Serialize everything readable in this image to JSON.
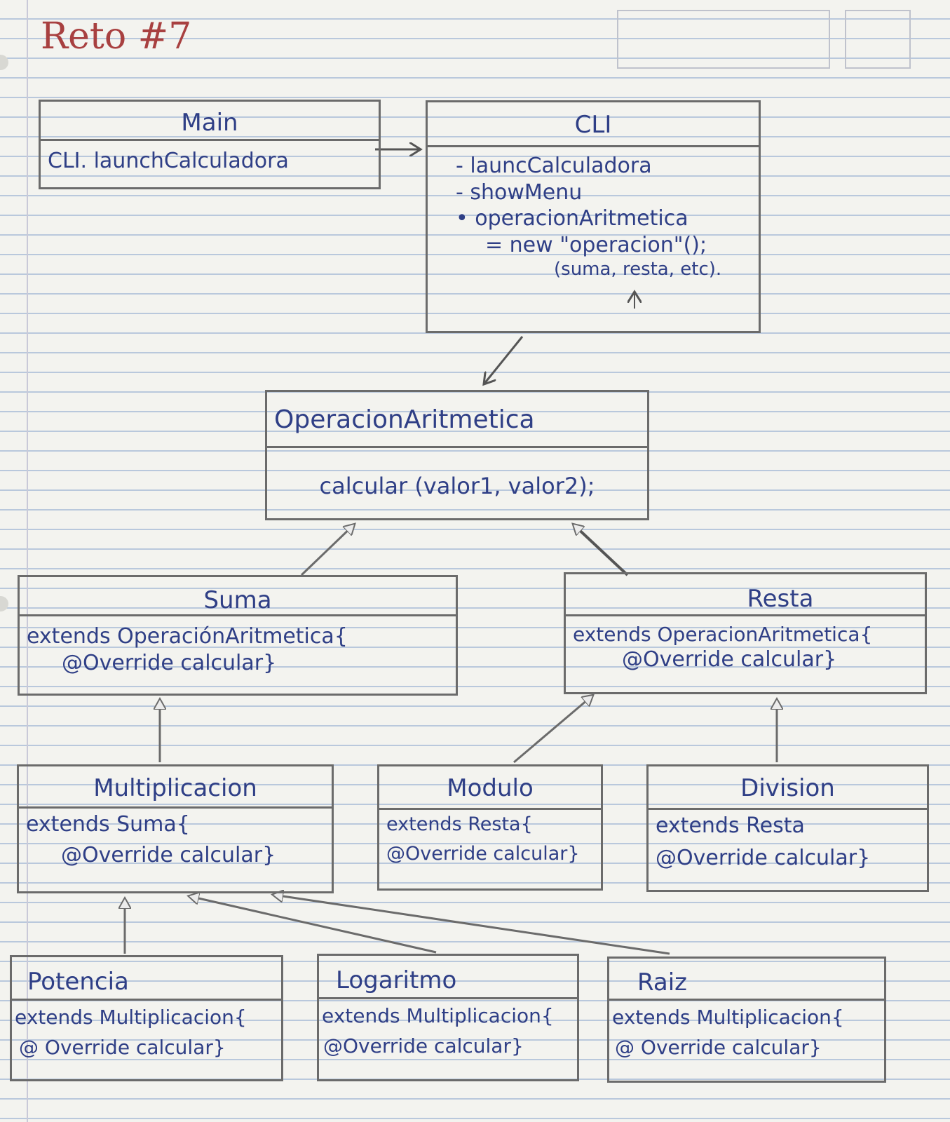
{
  "title": "Reto #7",
  "classes": {
    "main": {
      "name": "Main",
      "lines": [
        "CLI. launchCalculadora"
      ]
    },
    "cli": {
      "name": "CLI",
      "lines": [
        "- launcCalculadora",
        "- showMenu",
        "• operacionAritmetica",
        "= new \"operacion\"();",
        "(suma, resta, etc)."
      ]
    },
    "operacion": {
      "name": "OperacionAritmetica",
      "lines": [
        "calcular (valor1, valor2);"
      ]
    },
    "suma": {
      "name": "Suma",
      "lines": [
        "extends OperaciónAritmetica{",
        "@Override calcular}"
      ]
    },
    "resta": {
      "name": "Resta",
      "lines": [
        "extends OperacionAritmetica{",
        "@Override calcular}"
      ]
    },
    "multiplicacion": {
      "name": "Multiplicacion",
      "lines": [
        "extends Suma{",
        "@Override calcular}"
      ]
    },
    "modulo": {
      "name": "Modulo",
      "lines": [
        "extends Resta{",
        "@Override calcular}"
      ]
    },
    "division": {
      "name": "Division",
      "lines": [
        "extends Resta",
        "@Override calcular}"
      ]
    },
    "potencia": {
      "name": "Potencia",
      "lines": [
        "extends Multiplicacion{",
        "@ Override calcular}"
      ]
    },
    "logaritmo": {
      "name": "Logaritmo",
      "lines": [
        "extends Multiplicacion{",
        "@Override calcular}"
      ]
    },
    "raiz": {
      "name": "Raiz",
      "lines": [
        "extends Multiplicacion{",
        "@ Override calcular}"
      ]
    }
  }
}
